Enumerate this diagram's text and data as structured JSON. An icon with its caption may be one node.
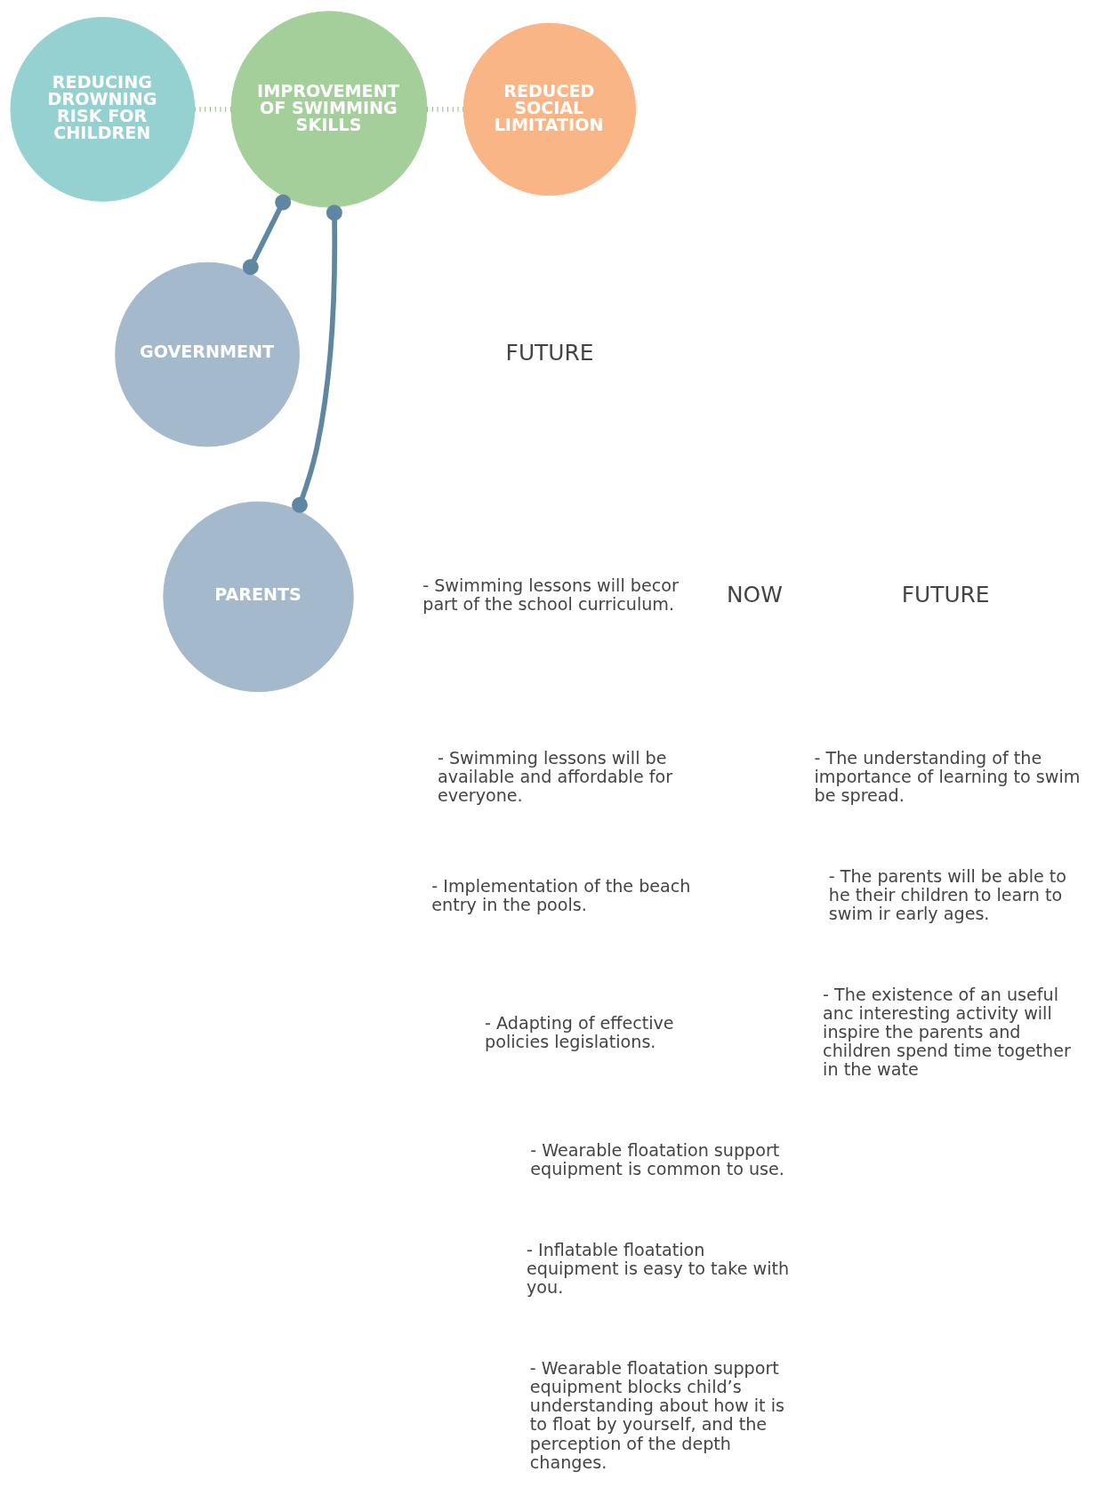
{
  "diagram": {
    "nodes": [
      {
        "text": [
          "REDUCING DROWNING RISK FOR CHILDREN"
        ]
      },
      {
        "text": [
          "IMPROVEMENT OF SWIMMING SKILLS"
        ]
      },
      {
        "text": [
          "REDUCED SOCIAL LIMITATION"
        ]
      },
      {
        "text": [
          "GOVERNMENT"
        ]
      },
      {
        "text": [
          "PARENTS"
        ]
      }
    ],
    "edges": [
      {
        "from": 0,
        "to": 1,
        "arrow": "none",
        "style": "dashed",
        "color": "#85bb7d"
      },
      {
        "from": 1,
        "to": 2,
        "arrow": "none",
        "style": "dashed",
        "color": "#85bb7d"
      },
      {
        "from": 1,
        "to": 3,
        "arrow": "other"
      },
      {
        "from": 1,
        "to": 4,
        "arrow": "other"
      }
    ],
    "labels": [
      "FUTURE",
      "- Swimming lessons will becor part of the school curriculum.",
      "- Swimming lessons will be available and affordable for everyone.",
      "- Implementation of the beach entry in the pools.",
      "- Adapting of effective policies legislations.",
      "NOW",
      "- Wearable floatation support equipment is common to use.",
      "- Inflatable floatation equipment is easy to take with you.",
      "- Wearable floatation support equipment blocks child’s understanding about how it is to float by yourself, and the perception of the depth changes.",
      "FUTURE",
      "- The understanding of the importance of learning to swim be spread.",
      "- The parents will be able to he their children to learn to swim ir early ages.",
      "- The existence of an useful anc interesting activity will inspire the parents and children spend time together in the wate"
    ]
  }
}
